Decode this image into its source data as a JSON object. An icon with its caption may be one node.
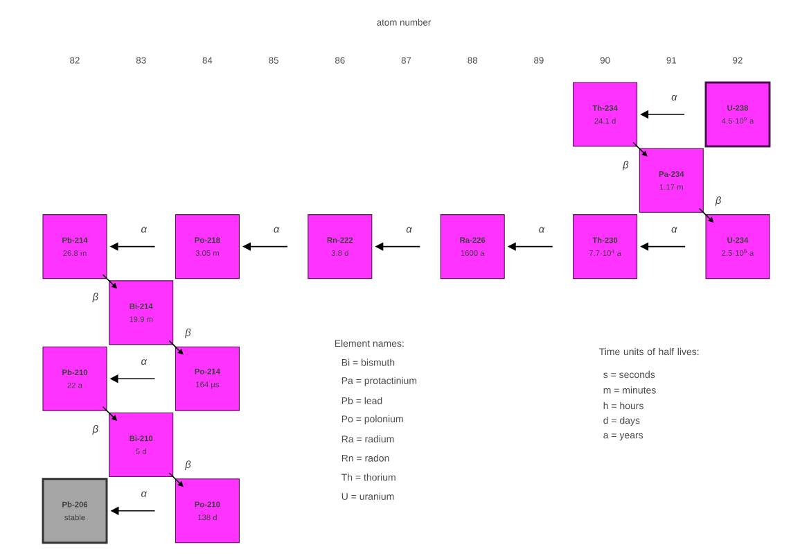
{
  "diagram": {
    "nodes": [
      {
        "text": [
          "Th-234",
          "24.1 d"
        ]
      },
      {
        "text": [
          "U-238",
          "4.5·10$^{9}$ a"
        ]
      },
      {
        "text": [
          "Pa-234",
          "1.17 m"
        ]
      },
      {
        "text": [
          "Pb-214",
          "26.8 m"
        ]
      },
      {
        "text": [
          "Po-218",
          "3.05 m"
        ]
      },
      {
        "text": [
          "Rn-222",
          "3.8 d"
        ]
      },
      {
        "text": [
          "Ra-226",
          "1600 a"
        ]
      },
      {
        "text": [
          "Th-230",
          "7.7·10$^{4}$ a"
        ]
      },
      {
        "text": [
          "U-234",
          "2.5·10$^{5}$ a"
        ]
      },
      {
        "text": [
          "Bi-214",
          "19.9 m"
        ]
      },
      {
        "text": [
          "Pb-210",
          "22 a"
        ]
      },
      {
        "text": [
          "Po-214",
          "164 µs"
        ]
      },
      {
        "text": [
          "Bi-210",
          "5 d"
        ]
      },
      {
        "text": [
          "Pb-206",
          "stable"
        ]
      },
      {
        "text": [
          "Po-210",
          "138 d"
        ]
      }
    ],
    "edges": [
      {
        "from": 1,
        "to": 0,
        "arrow": "to",
        "label": "α"
      },
      {
        "from": 0,
        "to": 2,
        "arrow": "to",
        "label": "β"
      },
      {
        "from": 2,
        "to": 8,
        "arrow": "to",
        "label": "β"
      },
      {
        "from": 8,
        "to": 7,
        "arrow": "to",
        "label": "α"
      },
      {
        "from": 7,
        "to": 6,
        "arrow": "to",
        "label": "α"
      },
      {
        "from": 6,
        "to": 5,
        "arrow": "to",
        "label": "α"
      },
      {
        "from": 5,
        "to": 4,
        "arrow": "to",
        "label": "α"
      },
      {
        "from": 4,
        "to": 3,
        "arrow": "to",
        "label": "α"
      },
      {
        "from": 3,
        "to": 9,
        "arrow": "to",
        "label": "β"
      },
      {
        "from": 9,
        "to": 11,
        "arrow": "to",
        "label": "β"
      },
      {
        "from": 11,
        "to": 10,
        "arrow": "to",
        "label": "α"
      },
      {
        "from": 10,
        "to": 12,
        "arrow": "to",
        "label": "β"
      },
      {
        "from": 12,
        "to": 14,
        "arrow": "to",
        "label": "β"
      },
      {
        "from": 14,
        "to": 13,
        "arrow": "to",
        "label": "α"
      }
    ],
    "labels": [
      "atom number",
      "82",
      "83",
      "84",
      "85",
      "86",
      "87",
      "88",
      "89",
      "90",
      "91",
      "92",
      "Element names:",
      "Bi = bismuth",
      "Pa = protactinium",
      "Pb = lead",
      "Po = polonium",
      "Ra = radium",
      "Rn = radon",
      "Th = thorium",
      "U = uranium",
      "Time units of half lives:",
      "s = seconds",
      "m = minutes",
      "h = hours",
      "d = days",
      "a = years"
    ]
  }
}
